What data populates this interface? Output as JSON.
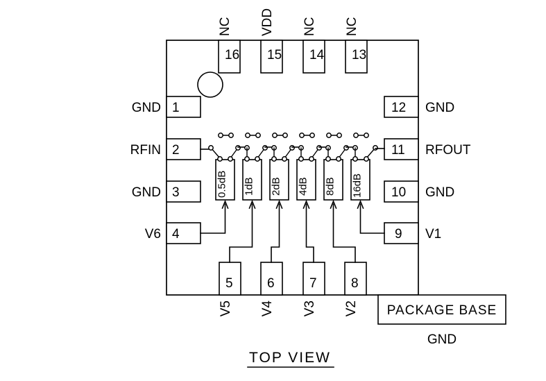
{
  "diagram": {
    "title": "TOP VIEW",
    "package_base_label": "PACKAGE BASE",
    "package_base_gnd": "GND",
    "colors": {
      "line": "#000000",
      "background": "#ffffff",
      "fill": "#ffffff"
    }
  },
  "pins": {
    "top": [
      {
        "number": "16",
        "label": "NC"
      },
      {
        "number": "15",
        "label": "VDD"
      },
      {
        "number": "14",
        "label": "NC"
      },
      {
        "number": "13",
        "label": "NC"
      }
    ],
    "left": [
      {
        "number": "1",
        "label": "GND"
      },
      {
        "number": "2",
        "label": "RFIN"
      },
      {
        "number": "3",
        "label": "GND"
      },
      {
        "number": "4",
        "label": "V6"
      }
    ],
    "right": [
      {
        "number": "12",
        "label": "GND"
      },
      {
        "number": "11",
        "label": "RFOUT"
      },
      {
        "number": "10",
        "label": "GND"
      },
      {
        "number": "9",
        "label": "V1"
      }
    ],
    "bottom": [
      {
        "number": "5",
        "label": "V5"
      },
      {
        "number": "6",
        "label": "V4"
      },
      {
        "number": "7",
        "label": "V3"
      },
      {
        "number": "8",
        "label": "V2"
      }
    ]
  },
  "attenuators": [
    {
      "value": "0.5dB",
      "control_pin": "4",
      "control_label": "V6"
    },
    {
      "value": "1dB",
      "control_pin": "5",
      "control_label": "V5"
    },
    {
      "value": "2dB",
      "control_pin": "6",
      "control_label": "V4"
    },
    {
      "value": "4dB",
      "control_pin": "7",
      "control_label": "V3"
    },
    {
      "value": "8dB",
      "control_pin": "8",
      "control_label": "V2"
    },
    {
      "value": "16dB",
      "control_pin": "9",
      "control_label": "V1"
    }
  ]
}
